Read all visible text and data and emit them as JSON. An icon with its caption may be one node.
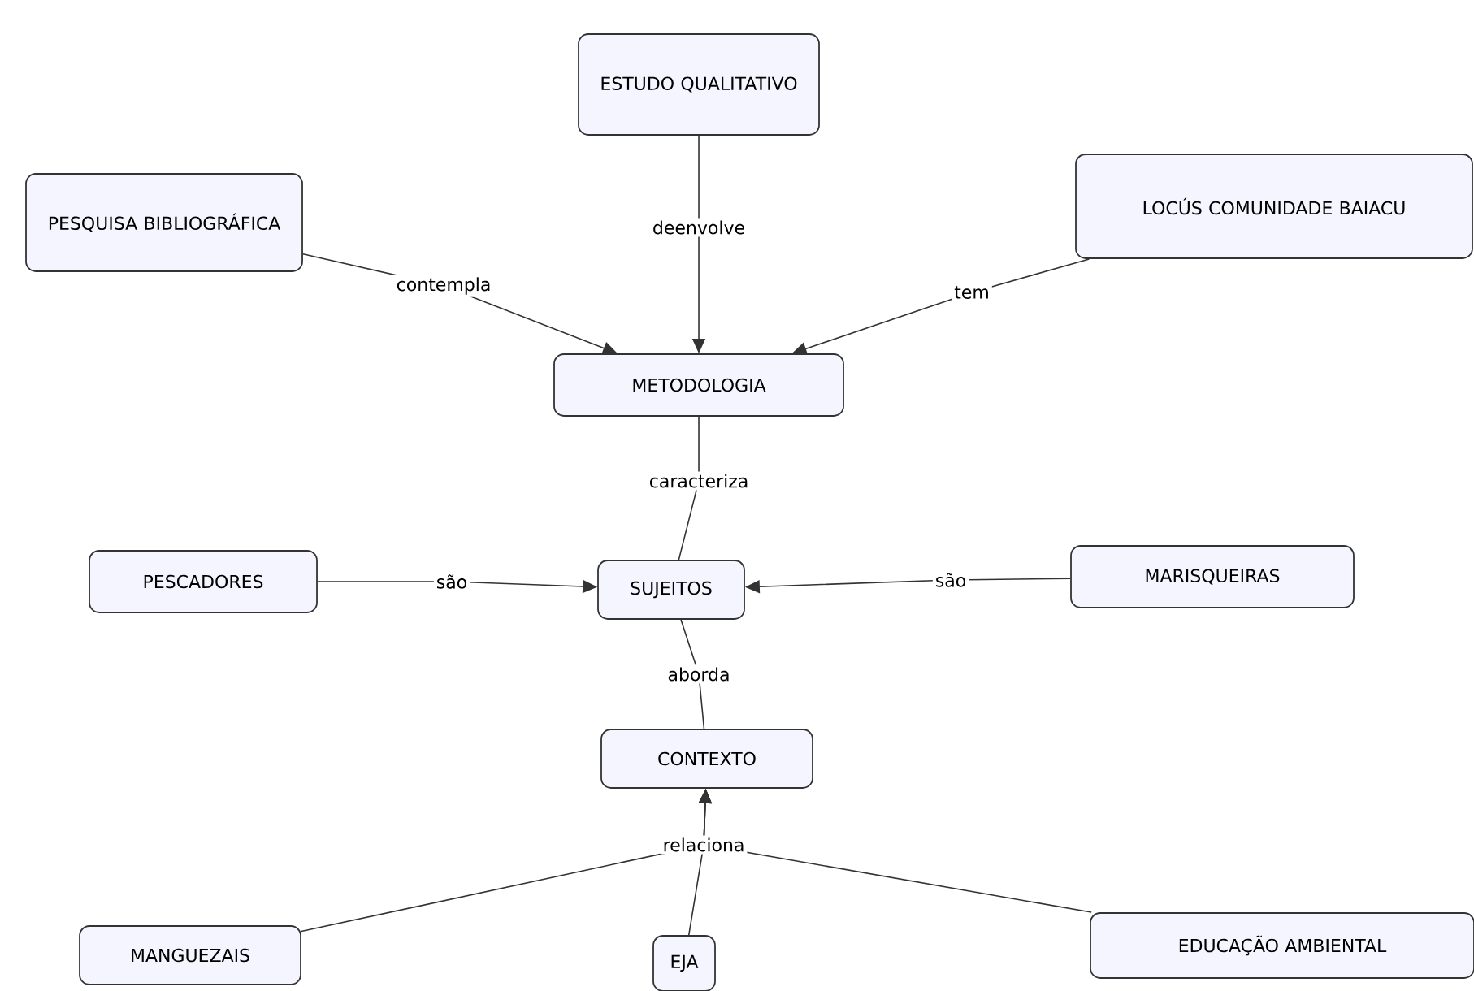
{
  "diagram": {
    "nodes": [
      {
        "text": [
          "ESTUDO QUALITATIVO"
        ]
      },
      {
        "text": [
          "PESQUISA BIBLIOGRÁFICA"
        ]
      },
      {
        "text": [
          "LOCÚS COMUNIDADE BAIACU"
        ]
      },
      {
        "text": [
          "METODOLOGIA"
        ]
      },
      {
        "text": [
          "PESCADORES"
        ]
      },
      {
        "text": [
          "SUJEITOS"
        ]
      },
      {
        "text": [
          "MARISQUEIRAS"
        ]
      },
      {
        "text": [
          "CONTEXTO"
        ]
      },
      {
        "text": [
          "MANGUEZAIS"
        ]
      },
      {
        "text": [
          "EJA"
        ]
      },
      {
        "text": [
          "EDUCAÇÃO AMBIENTAL"
        ]
      }
    ],
    "edges": [
      {
        "from": 0,
        "to": 3,
        "arrow": "to",
        "label": "deenvolve"
      },
      {
        "from": 1,
        "to": 3,
        "arrow": "to",
        "label": "contempla"
      },
      {
        "from": 2,
        "to": 3,
        "arrow": "to",
        "label": "tem"
      },
      {
        "from": 3,
        "to": 5,
        "arrow": "none",
        "label": "caracteriza"
      },
      {
        "from": 4,
        "to": 5,
        "arrow": "to",
        "label": "são"
      },
      {
        "from": 6,
        "to": 5,
        "arrow": "to",
        "label": "são"
      },
      {
        "from": 5,
        "to": 7,
        "arrow": "none",
        "label": "aborda"
      },
      {
        "from": 8,
        "to": 7,
        "arrow": "to"
      },
      {
        "from": 9,
        "to": 7,
        "arrow": "to",
        "label": "relaciona"
      },
      {
        "from": 10,
        "to": 7,
        "arrow": "to"
      }
    ]
  }
}
